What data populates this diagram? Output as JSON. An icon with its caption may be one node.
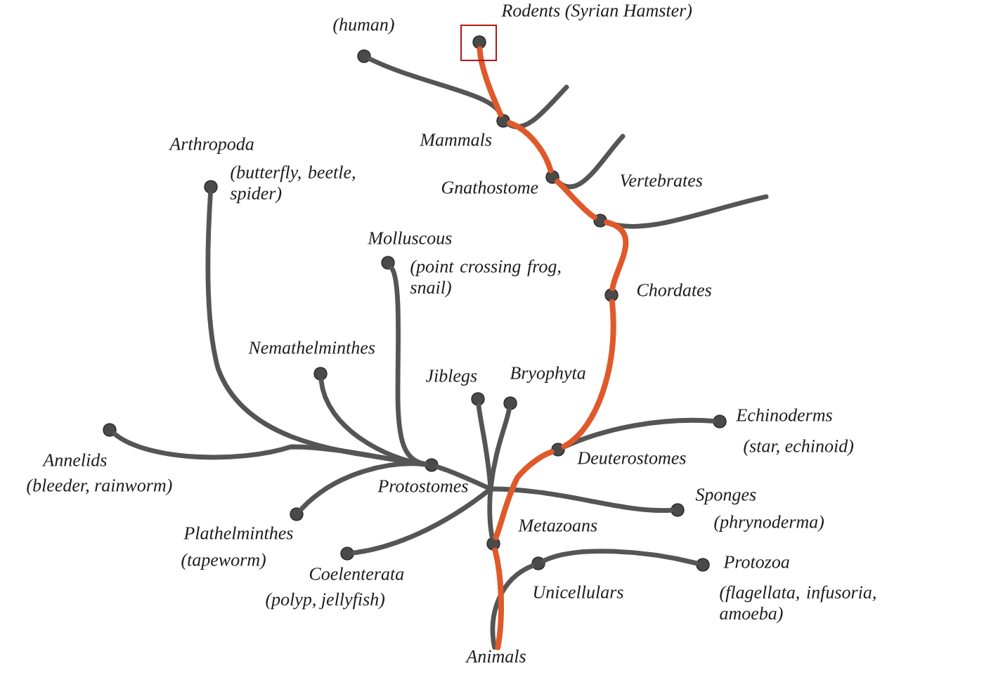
{
  "diagram": {
    "nodes": [
      {
        "text": [],
        "shape": "circle",
        "beside": [
          "(human)"
        ]
      },
      {
        "text": [],
        "shape": "circle",
        "beside": [
          "Rodents (Syrian Hamster)"
        ]
      },
      {
        "text": [],
        "shape": "circle",
        "beside": [
          "Mammals"
        ]
      },
      {
        "text": [],
        "shape": "circle",
        "beside": [
          "Arthropoda",
          "(butterfly, beetle, spider)"
        ]
      },
      {
        "text": [],
        "shape": "circle",
        "beside": [
          "Gnathostome"
        ]
      },
      {
        "text": [],
        "shape": "circle",
        "beside": [
          "Vertebrates"
        ]
      },
      {
        "text": [],
        "shape": "circle",
        "beside": [
          "Molluscous",
          "(point crossing frog, snail)"
        ]
      },
      {
        "text": [],
        "shape": "circle",
        "beside": [
          "Chordates"
        ]
      },
      {
        "text": [],
        "shape": "circle",
        "beside": [
          "Nemathelminthes"
        ]
      },
      {
        "text": [],
        "shape": "circle",
        "beside": [
          "Jiblegs"
        ]
      },
      {
        "text": [],
        "shape": "circle",
        "beside": [
          "Bryophyta"
        ]
      },
      {
        "text": [],
        "shape": "circle",
        "beside": [
          "Echinoderms",
          "(star, echinoid)"
        ]
      },
      {
        "text": [],
        "shape": "circle",
        "beside": [
          "Annelids",
          "(bleeder, rainworm)"
        ]
      },
      {
        "text": [],
        "shape": "circle",
        "beside": [
          "Deuterostomes"
        ]
      },
      {
        "text": [],
        "shape": "circle",
        "beside": [
          "Protostomes"
        ]
      },
      {
        "text": [],
        "shape": "circle",
        "beside": [
          "Sponges",
          "(phrynoderma)"
        ]
      },
      {
        "text": [],
        "shape": "circle",
        "beside": [
          "Plathelminthes",
          "(tapeworm)"
        ]
      },
      {
        "text": [],
        "shape": "circle",
        "beside": [
          "Metazoans"
        ]
      },
      {
        "text": [],
        "shape": "circle",
        "beside": [
          "Coelenterata",
          "(polyp, jellyfish)"
        ]
      },
      {
        "text": [],
        "shape": "circle",
        "beside": [
          "Protozoa",
          "(flagellata, infusoria, amoeba)"
        ]
      },
      {
        "text": [],
        "shape": "circle",
        "beside": [
          "Unicellulars"
        ]
      },
      {
        "text": [
          "Animals"
        ]
      }
    ],
    "edges": [
      {
        "from": 21,
        "to": 20,
        "arrow": "none"
      },
      {
        "from": 20,
        "to": 19,
        "arrow": "none"
      },
      {
        "from": 21,
        "to": 17,
        "arrow": "none",
        "color": "#e0592b"
      },
      {
        "from": 17,
        "to": 13,
        "arrow": "none",
        "color": "#e0592b"
      },
      {
        "from": 17,
        "to": 14,
        "arrow": "none"
      },
      {
        "from": 17,
        "to": 9,
        "arrow": "none"
      },
      {
        "from": 17,
        "to": 10,
        "arrow": "none"
      },
      {
        "from": 17,
        "to": 15,
        "arrow": "none"
      },
      {
        "from": 17,
        "to": 18,
        "arrow": "none"
      },
      {
        "from": 14,
        "to": 12,
        "arrow": "none"
      },
      {
        "from": 14,
        "to": 3,
        "arrow": "none"
      },
      {
        "from": 14,
        "to": 8,
        "arrow": "none"
      },
      {
        "from": 14,
        "to": 6,
        "arrow": "none"
      },
      {
        "from": 14,
        "to": 16,
        "arrow": "none"
      },
      {
        "from": 13,
        "to": 11,
        "arrow": "none"
      },
      {
        "from": 13,
        "to": 7,
        "arrow": "none",
        "color": "#e0592b"
      },
      {
        "from": 7,
        "to": 5,
        "arrow": "none",
        "color": "#e0592b"
      },
      {
        "from": 5,
        "to": 4,
        "arrow": "none",
        "color": "#e0592b"
      },
      {
        "from": 4,
        "to": 2,
        "arrow": "none",
        "color": "#e0592b"
      },
      {
        "from": 2,
        "to": 1,
        "arrow": "none",
        "color": "#e0592b"
      },
      {
        "from": 2,
        "to": 0,
        "arrow": "none"
      },
      {
        "from": 2,
        "to": null,
        "arrow": "none"
      },
      {
        "from": 4,
        "to": null,
        "arrow": "none"
      },
      {
        "from": 5,
        "to": null,
        "arrow": "none"
      }
    ]
  }
}
